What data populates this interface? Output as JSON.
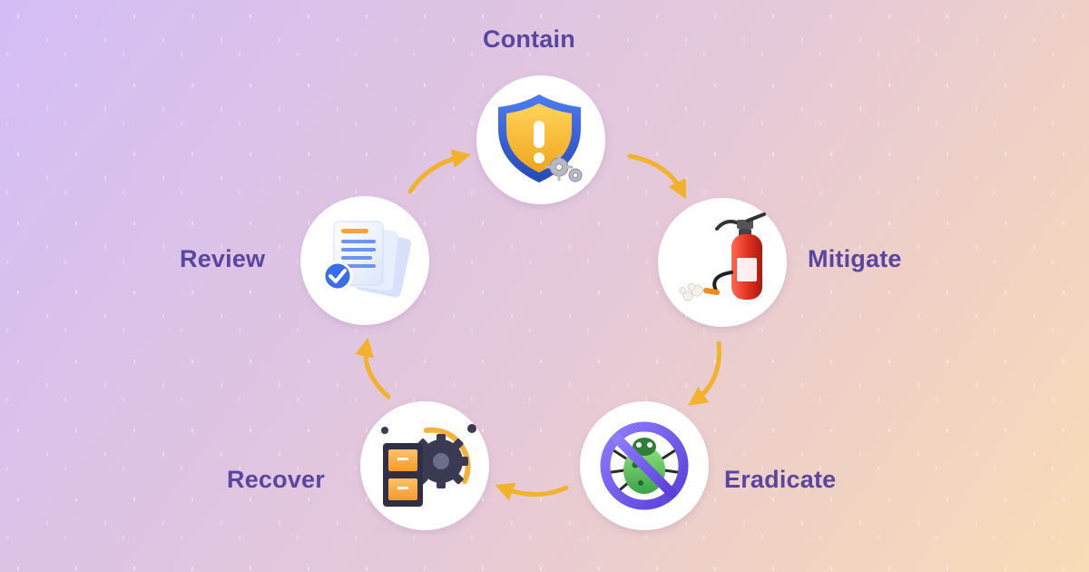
{
  "cycle": {
    "steps": [
      {
        "label": "Contain",
        "icon": "shield-warning-icon"
      },
      {
        "label": "Mitigate",
        "icon": "fire-extinguisher-icon"
      },
      {
        "label": "Eradicate",
        "icon": "no-bug-icon"
      },
      {
        "label": "Recover",
        "icon": "backup-restore-icon"
      },
      {
        "label": "Review",
        "icon": "documents-checked-icon"
      }
    ]
  },
  "colors": {
    "label": "#5a46a0",
    "arrow": "#f2b22c",
    "node_background": "#ffffff"
  }
}
